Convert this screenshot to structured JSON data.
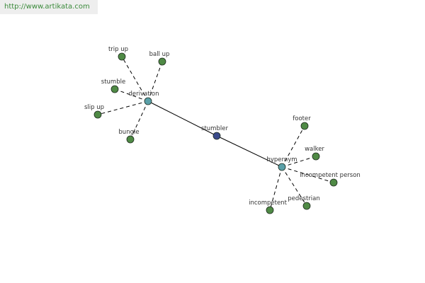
{
  "header": {
    "url": "http://www.artikata.com"
  },
  "colors": {
    "center": "#3a4a8a",
    "hub": "#5aa0a8",
    "leaf": "#4f8a45",
    "outline": "#1e2a1e",
    "edge": "#000000"
  },
  "nodes": [
    {
      "id": "stumbler",
      "label": "stumbler",
      "kind": "center"
    },
    {
      "id": "derivation",
      "label": "derivation",
      "kind": "hub"
    },
    {
      "id": "hypernym",
      "label": "hypernym",
      "kind": "hub"
    },
    {
      "id": "trip-up",
      "label": "trip up",
      "kind": "leaf"
    },
    {
      "id": "ball-up",
      "label": "ball up",
      "kind": "leaf"
    },
    {
      "id": "stumble",
      "label": "stumble",
      "kind": "leaf"
    },
    {
      "id": "slip-up",
      "label": "slip up",
      "kind": "leaf"
    },
    {
      "id": "bungle",
      "label": "bungle",
      "kind": "leaf"
    },
    {
      "id": "footer",
      "label": "footer",
      "kind": "leaf"
    },
    {
      "id": "walker",
      "label": "walker",
      "kind": "leaf"
    },
    {
      "id": "incompetent-person",
      "label": "incompetent person",
      "kind": "leaf"
    },
    {
      "id": "pedestrian",
      "label": "pedestrian",
      "kind": "leaf"
    },
    {
      "id": "incompetent",
      "label": "incompetent",
      "kind": "leaf"
    }
  ],
  "edges": [
    {
      "from": "derivation",
      "to": "stumbler",
      "style": "solid"
    },
    {
      "from": "stumbler",
      "to": "hypernym",
      "style": "solid"
    },
    {
      "from": "derivation",
      "to": "trip-up",
      "style": "dashed"
    },
    {
      "from": "derivation",
      "to": "ball-up",
      "style": "dashed"
    },
    {
      "from": "derivation",
      "to": "stumble",
      "style": "dashed"
    },
    {
      "from": "derivation",
      "to": "slip-up",
      "style": "dashed"
    },
    {
      "from": "derivation",
      "to": "bungle",
      "style": "dashed"
    },
    {
      "from": "hypernym",
      "to": "footer",
      "style": "dashed"
    },
    {
      "from": "hypernym",
      "to": "walker",
      "style": "dashed"
    },
    {
      "from": "hypernym",
      "to": "incompetent-person",
      "style": "dashed"
    },
    {
      "from": "hypernym",
      "to": "pedestrian",
      "style": "dashed"
    },
    {
      "from": "hypernym",
      "to": "incompetent",
      "style": "dashed"
    }
  ]
}
